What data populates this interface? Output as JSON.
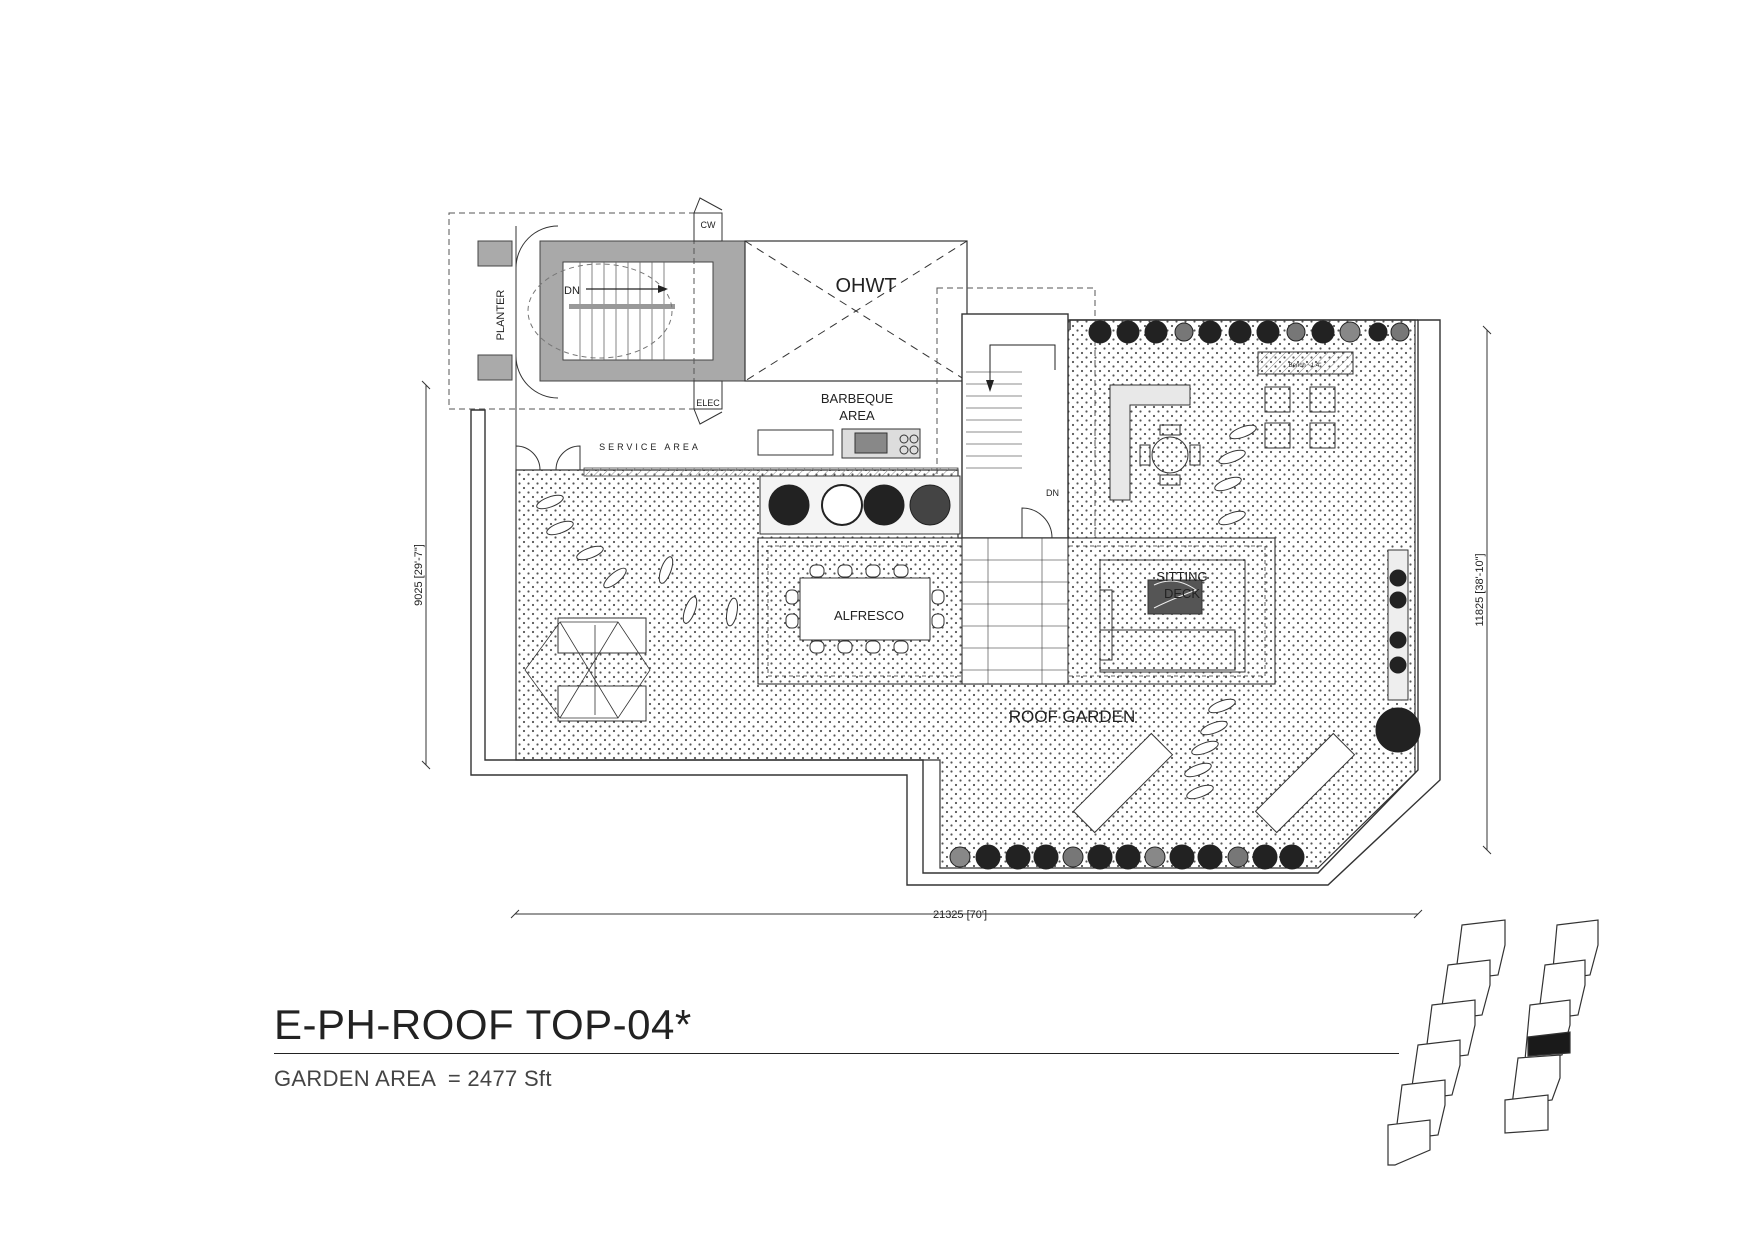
{
  "plan": {
    "labels": {
      "planter": "PLANTER",
      "dn_stair_left": "DN",
      "ohwt": "OHWT",
      "cw": "CW",
      "elec": "ELEC",
      "barbeque_line1": "BARBEQUE",
      "barbeque_line2": "AREA",
      "service_area": "SERVICE AREA",
      "dn_stair_right": "DN",
      "bench": "Bench ~1.4\"",
      "sitting_line1": "SITTING",
      "sitting_line2": "DECK",
      "alfresco": "ALFRESCO",
      "roof_garden": "ROOF GARDEN"
    },
    "dimensions": {
      "left_vertical": "9025 [29'-7\"]",
      "right_vertical": "11825 [38'-10\"]",
      "bottom_horizontal": "21325 [70']"
    }
  },
  "title_block": {
    "title": "E-PH-ROOF TOP-04*",
    "area_text": "GARDEN AREA  = 2477 Sft"
  },
  "key_plan": {
    "highlighted_tower": "right",
    "highlighted_unit_index": 3
  }
}
